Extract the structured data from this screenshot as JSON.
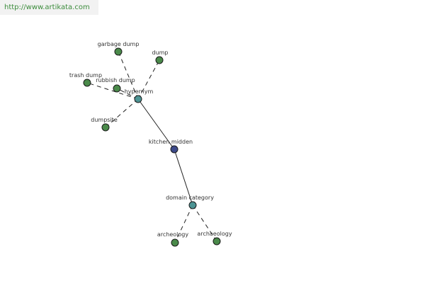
{
  "watermark": {
    "url": "http://www.artikata.com"
  },
  "colors": {
    "leaf_node": "#4a8a4a",
    "relation_node": "#4d9494",
    "focus_node": "#3d4a8a",
    "edge": "#222222",
    "watermark_text": "#3c8c3c",
    "watermark_bg": "#f2f2f2"
  },
  "graph": {
    "nodes": {
      "garbage_dump": "garbage dump",
      "dump": "dump",
      "trash_dump": "trash dump",
      "rubbish_dump": "rubbish dump",
      "hypernym": "hypernym",
      "dumpsite": "dumpsite",
      "kitchen_midden": "kitchen midden",
      "domain_category": "domain category",
      "archeology": "archeology",
      "archaeology": "archaeology"
    }
  }
}
